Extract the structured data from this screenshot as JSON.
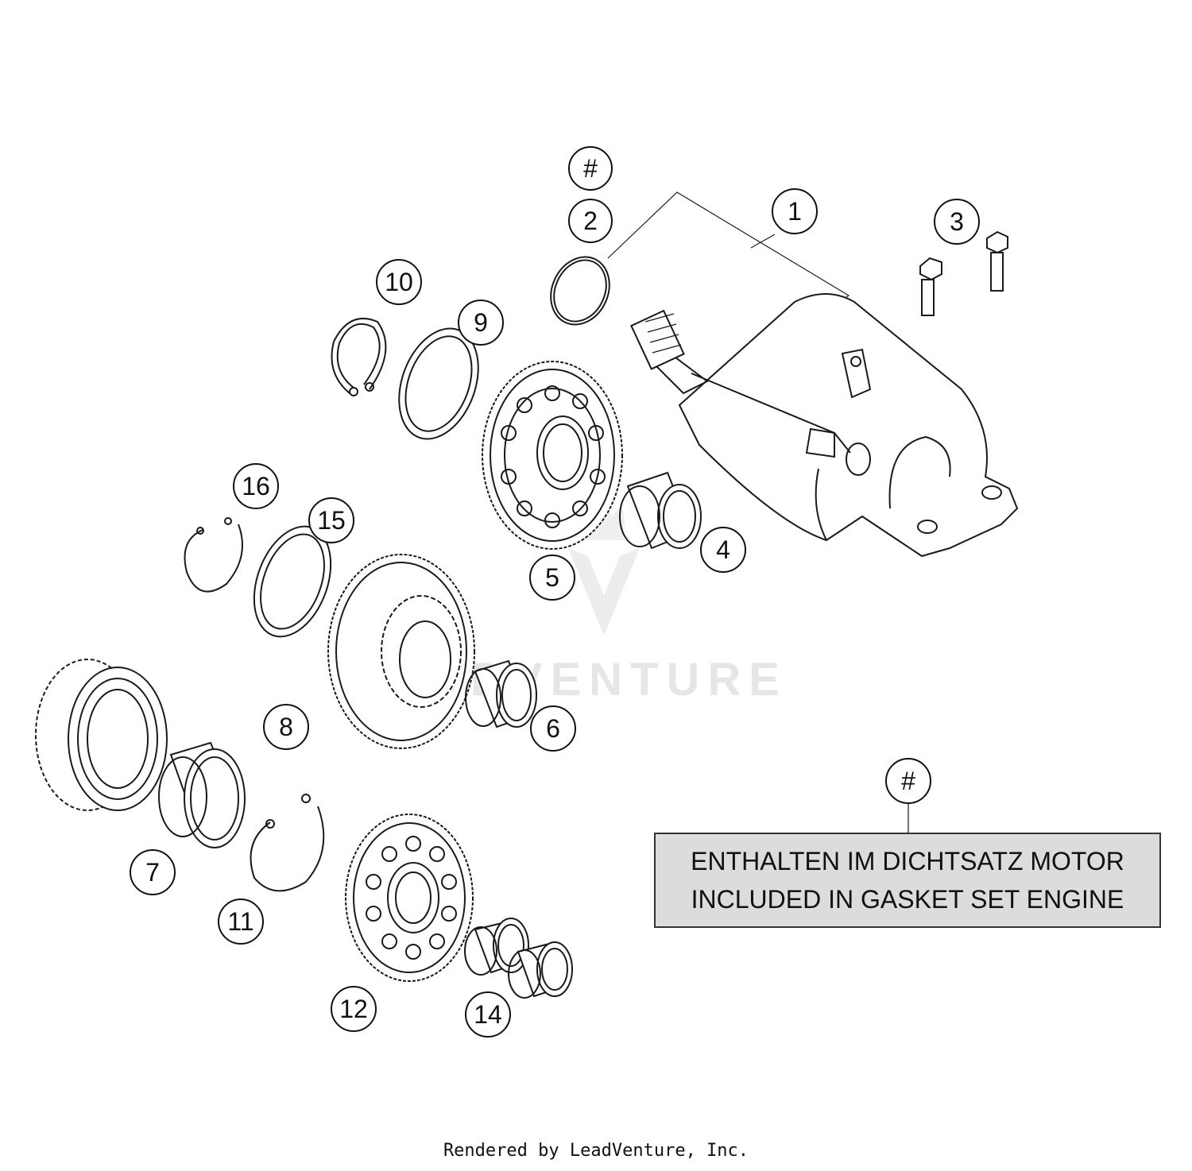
{
  "diagram": {
    "callouts": [
      {
        "id": "callout-hash-top",
        "label": "#"
      },
      {
        "id": "callout-1",
        "label": "1"
      },
      {
        "id": "callout-2",
        "label": "2"
      },
      {
        "id": "callout-3",
        "label": "3"
      },
      {
        "id": "callout-4",
        "label": "4"
      },
      {
        "id": "callout-5",
        "label": "5"
      },
      {
        "id": "callout-6",
        "label": "6"
      },
      {
        "id": "callout-7",
        "label": "7"
      },
      {
        "id": "callout-8",
        "label": "8"
      },
      {
        "id": "callout-9",
        "label": "9"
      },
      {
        "id": "callout-10",
        "label": "10"
      },
      {
        "id": "callout-11",
        "label": "11"
      },
      {
        "id": "callout-12",
        "label": "12"
      },
      {
        "id": "callout-14",
        "label": "14"
      },
      {
        "id": "callout-15",
        "label": "15"
      },
      {
        "id": "callout-16",
        "label": "16"
      },
      {
        "id": "callout-hash-note",
        "label": "#"
      }
    ],
    "watermark": "ADVENTURE"
  },
  "note": {
    "line1": "ENTHALTEN IM DICHTSATZ MOTOR",
    "line2": "INCLUDED IN GASKET SET ENGINE"
  },
  "footer": "Rendered by LeadVenture, Inc."
}
